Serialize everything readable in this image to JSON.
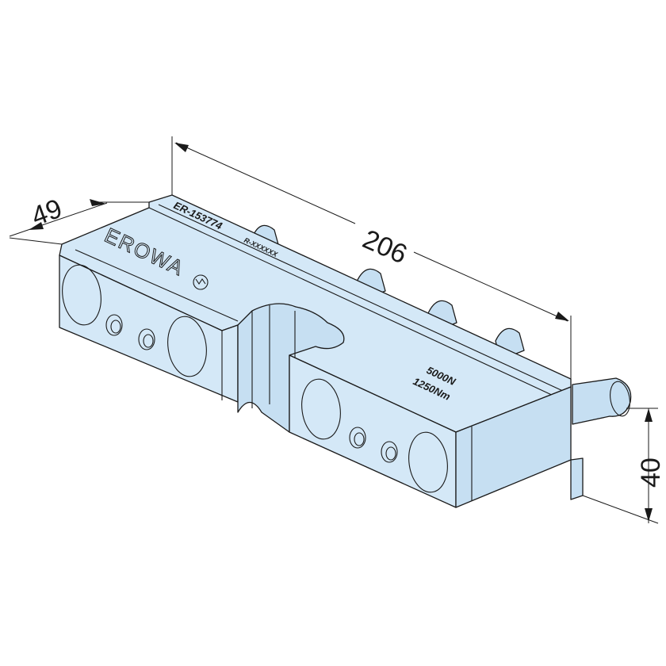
{
  "dimensions": {
    "length": "206",
    "width": "49",
    "height": "40"
  },
  "markings": {
    "part_number": "ER-153774",
    "serial": "R-XXXXXX",
    "brand": "EROWA",
    "force": "5000N",
    "torque": "1250Nm"
  },
  "colors": {
    "body": "#d4e8f7",
    "outline": "#1a1a1a"
  }
}
